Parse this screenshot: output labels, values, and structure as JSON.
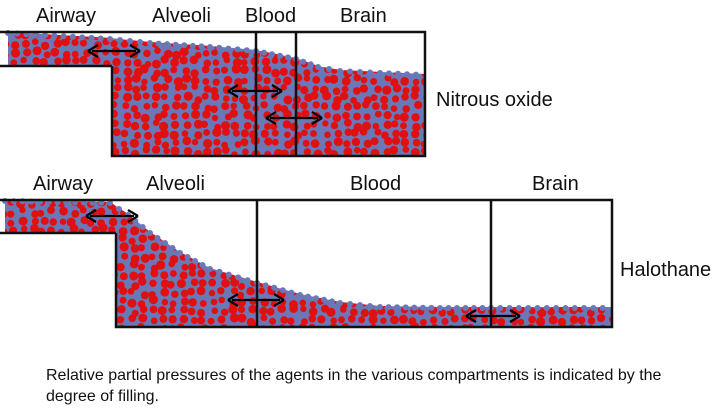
{
  "panels": [
    {
      "agent": "Nitrous oxide",
      "compartments": [
        "Airway",
        "Alveoli",
        "Blood",
        "Brain"
      ],
      "relative_filling": {
        "airway": 1.0,
        "alveoli": 0.92,
        "blood": 0.8,
        "brain": 0.7
      }
    },
    {
      "agent": "Halothane",
      "compartments": [
        "Airway",
        "Alveoli",
        "Blood",
        "Brain"
      ],
      "relative_filling": {
        "airway": 1.0,
        "alveoli": 0.62,
        "blood": 0.15,
        "brain": 0.15
      }
    }
  ],
  "caption": "Relative partial pressures of the agents in the various compartments is indicated by the degree of filling.",
  "colors": {
    "fill": "#6b78b8",
    "particle": "#e01010",
    "outline": "#111111"
  },
  "icons": {
    "arrow": "double-headed-arrow-icon"
  }
}
